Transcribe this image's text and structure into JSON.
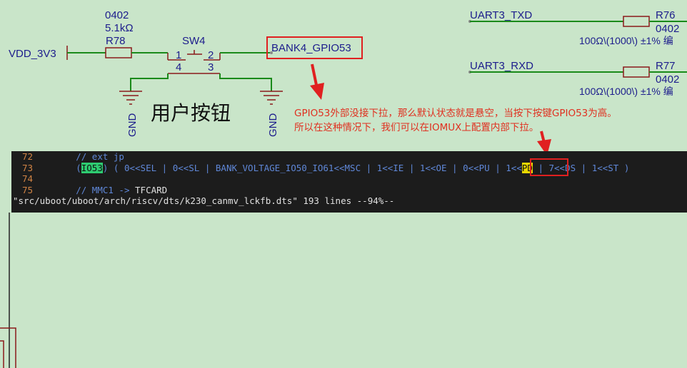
{
  "schematic": {
    "vdd_label": "VDD_3V3",
    "r78": {
      "package": "0402",
      "value": "5.1kΩ",
      "ref": "R78"
    },
    "sw4": {
      "ref": "SW4",
      "pin1": "1",
      "pin2": "2",
      "pin3": "3",
      "pin4": "4"
    },
    "net_label": "BANK4_GPIO53",
    "gnd_left": "GND",
    "gnd_right": "GND",
    "button_title": "用户按钮",
    "uart_txd": "UART3_TXD",
    "uart_rxd": "UART3_RXD",
    "r76": {
      "ref": "R76",
      "package": "0402",
      "spec": "100Ω\\(1000\\) ±1% 编"
    },
    "r77": {
      "ref": "R77",
      "package": "0402",
      "spec": "100Ω\\(1000\\) ±1% 编"
    },
    "annotation_line1": "GPIO53外部没接下拉，那么默认状态就是悬空，当按下按键GPIO53为高。",
    "annotation_line2": "所以在这种情况下，我们可以在IOMUX上配置内部下拉。"
  },
  "terminal": {
    "line72": {
      "num": "72",
      "comment": "// ext jp"
    },
    "line73": {
      "num": "73",
      "open": "(",
      "io": "IO53",
      "mid": ") ( 0<<SEL | 0<<SL | BANK_VOLTAGE_IO50_IO61<<MSC | 1<<IE | 1<<OE | 0<<PU | 1<<",
      "pd": "PD",
      "end": " | 7<<DS | 1<<ST )"
    },
    "line74": {
      "num": "74"
    },
    "line75": {
      "num": "75",
      "comment": "// MMC1 -> ",
      "rest": "TFCARD"
    },
    "status": "\"src/uboot/uboot/arch/riscv/dts/k230_canmv_lckfb.dts\" 193 lines --94%--"
  },
  "colors": {
    "background": "#c9e5c9",
    "wire": "#1a8a1a",
    "annotation": "#e03020",
    "terminal_bg": "#1c1c1c"
  }
}
